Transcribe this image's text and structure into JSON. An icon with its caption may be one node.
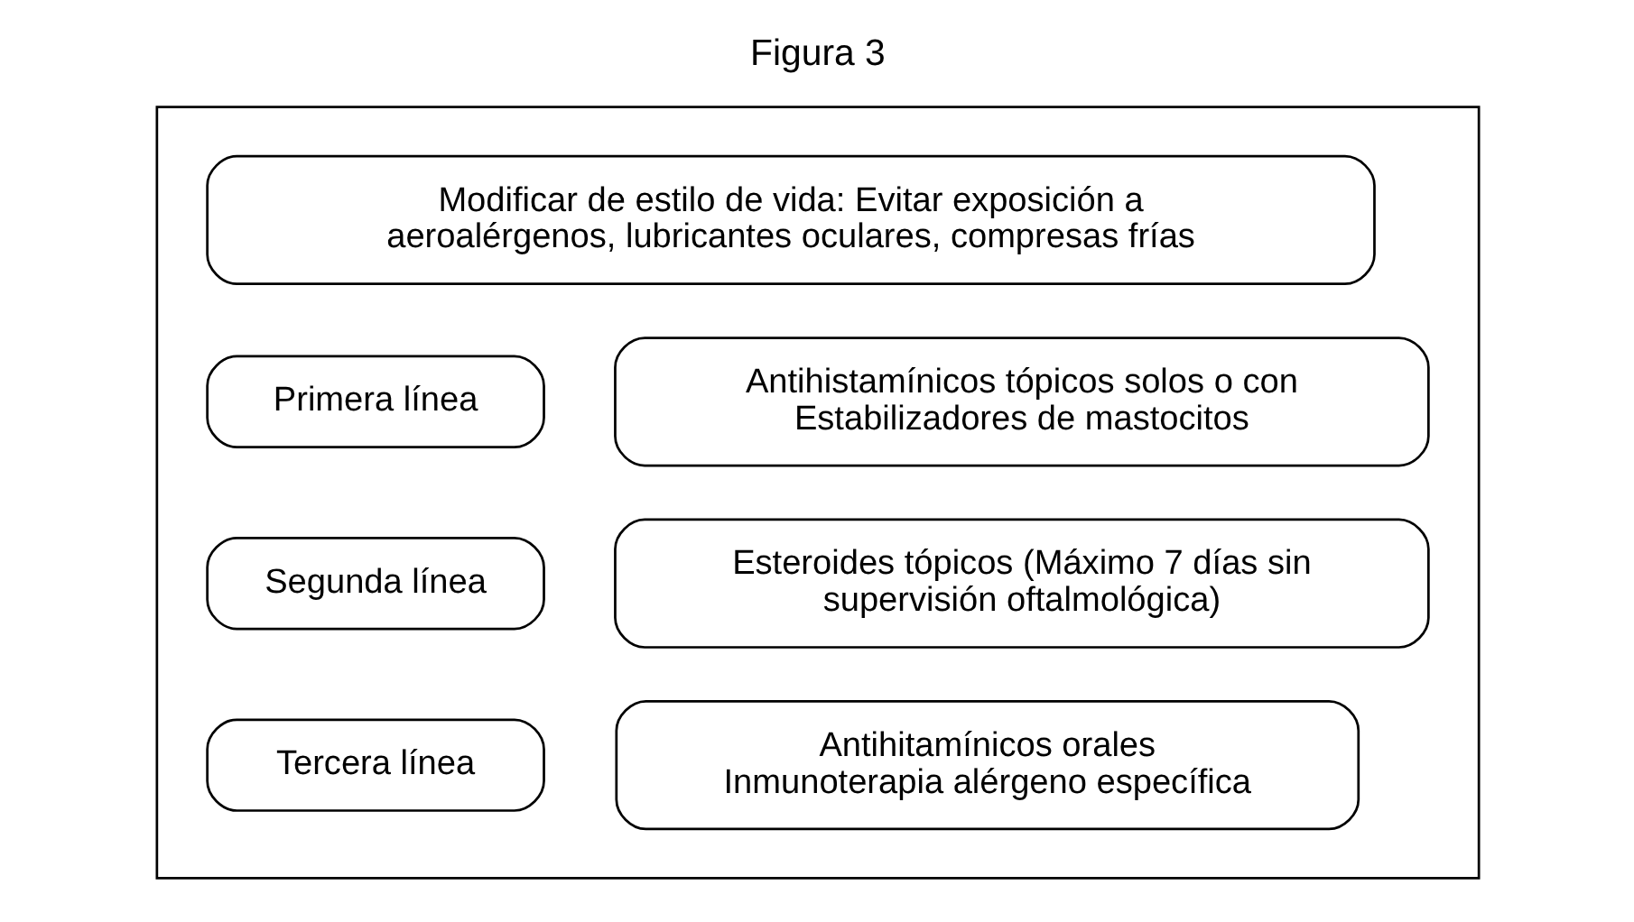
{
  "diagram": {
    "title": "Figura 3",
    "nodes": [
      {
        "text": [],
        "shape": "box"
      },
      {
        "text": [
          "Modificar de estilo de vida: Evitar exposición a aeroalérgenos, lubricantes oculares, compresas frías"
        ],
        "in": 0
      },
      {
        "text": [
          "Primera línea"
        ],
        "in": 0
      },
      {
        "text": [
          "Antihistamínicos tópicos solos o con Estabilizadores de mastocitos"
        ],
        "in": 0
      },
      {
        "text": [
          "Segunda línea"
        ],
        "in": 0
      },
      {
        "text": [
          "Esteroides tópicos (Máximo 7 días sin supervisión oftalmológica)"
        ],
        "in": 0
      },
      {
        "text": [
          "Tercera línea"
        ],
        "in": 0
      },
      {
        "text": [
          "Antihitamínicos orales",
          "Inmunoterapia alérgeno específica"
        ],
        "in": 0
      }
    ],
    "edges": []
  }
}
